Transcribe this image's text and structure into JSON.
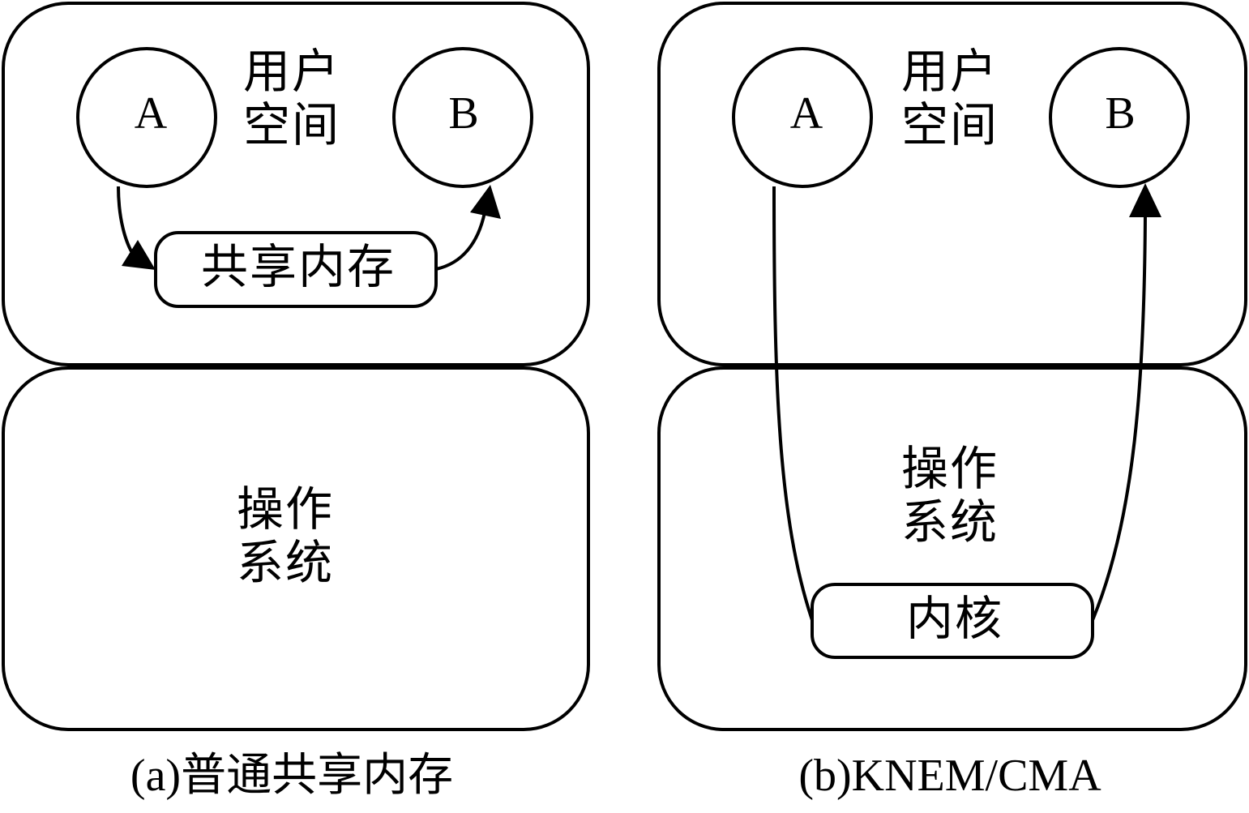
{
  "diagrams": [
    {
      "caption": "(a)普通共享内存",
      "user_space_line1": "用户",
      "user_space_line2": "空间",
      "process_a": "A",
      "process_b": "B",
      "middle_label": "共享内存",
      "os_line1": "操作",
      "os_line2": "系统"
    },
    {
      "caption": "(b)KNEM/CMA",
      "user_space_line1": "用户",
      "user_space_line2": "空间",
      "process_a": "A",
      "process_b": "B",
      "middle_label": "内核",
      "os_line1": "操作",
      "os_line2": "系统"
    }
  ],
  "colors": {
    "stroke": "#000000",
    "background": "#ffffff"
  }
}
